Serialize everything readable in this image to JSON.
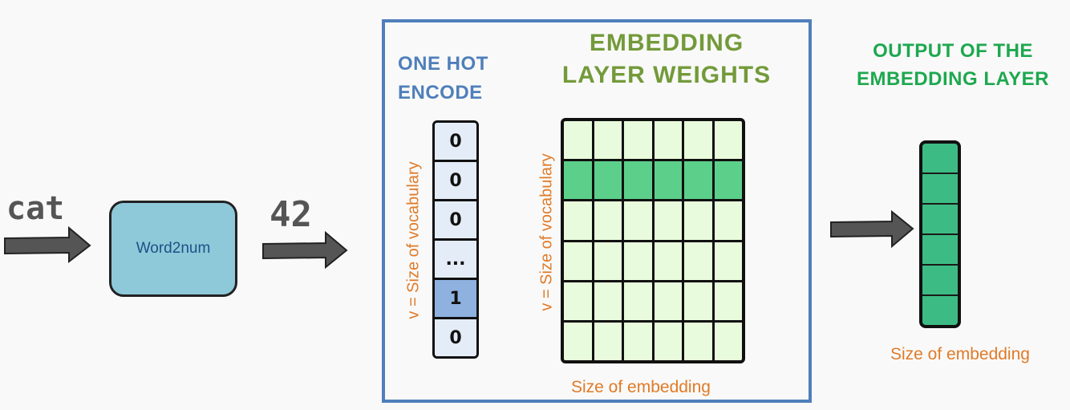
{
  "input": {
    "word": "cat",
    "index": "42"
  },
  "word2num": {
    "label": "Word2num"
  },
  "onehot": {
    "title": "ONE HOT ENCODE",
    "axis_label": "v = Size of vocabulary",
    "cells": [
      "0",
      "0",
      "0",
      "...",
      "1",
      "0"
    ],
    "hot_index": 4
  },
  "weights": {
    "title": "EMBEDDING LAYER WEIGHTS",
    "axis_label": "v = Size of vocabulary",
    "x_label": "Size of embedding",
    "rows": 6,
    "cols": 6,
    "highlight_row": 1
  },
  "output": {
    "title": "OUTPUT OF THE EMBEDDING LAYER",
    "x_label": "Size of embedding",
    "cells": 6
  },
  "colors": {
    "frame": "#4f7fba",
    "onehot_title": "#4f7fba",
    "weights_title": "#739a3a",
    "output_title": "#1ea84f",
    "labels": "#e07b28",
    "arrow": "#555555"
  },
  "icons": [
    "right-arrow-icon"
  ]
}
